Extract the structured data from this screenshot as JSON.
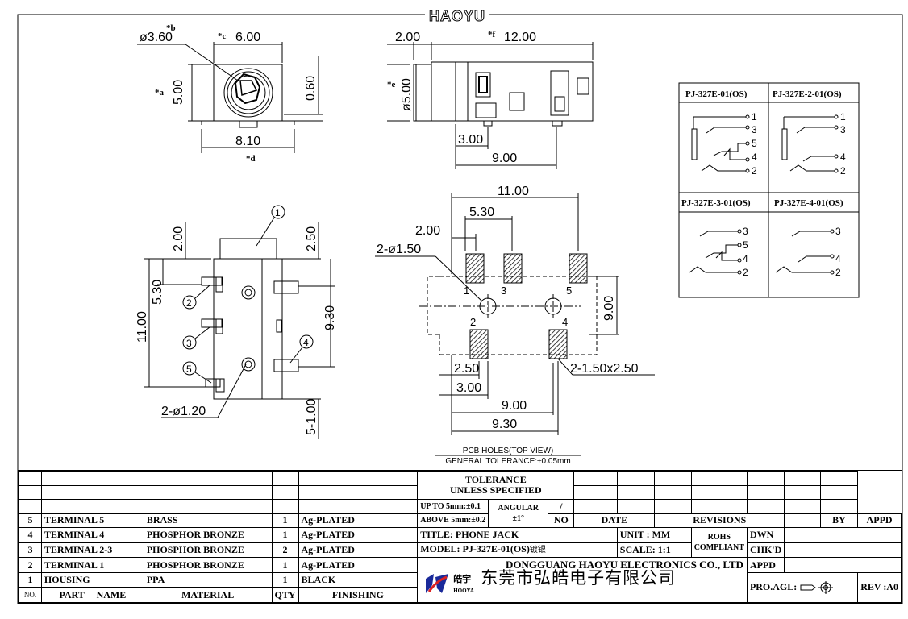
{
  "brand": "HAOYU",
  "front_view": {
    "dia": "ø3.60",
    "width": "6.00",
    "height": "5.00",
    "offset": "0.60",
    "base": "8.10",
    "mark_a": "*a",
    "mark_b": "*b",
    "mark_c": "*c",
    "mark_d": "*d"
  },
  "side_view": {
    "left": "2.00",
    "length": "12.00",
    "dia": "ø5.00",
    "pin": "3.00",
    "span": "9.00",
    "mark_e": "*e",
    "mark_f": "*f"
  },
  "top_view": {
    "d1": "2.00",
    "d2": "2.50",
    "d3": "5.30",
    "d4": "11.00",
    "d5": "9.30",
    "d6": "5-1.00",
    "holes": "2-ø1.20",
    "callouts": [
      "1",
      "2",
      "3",
      "4",
      "5"
    ]
  },
  "pcb_view": {
    "w_total": "11.00",
    "w_inner": "5.30",
    "w_left": "2.00",
    "holes": "2-ø1.50",
    "height": "9.00",
    "pad_w": "2.50",
    "pad_x": "3.00",
    "span1": "9.00",
    "span2": "9.30",
    "pads": "2-1.50x2.50",
    "pin_labels": [
      "1",
      "3",
      "5",
      "2",
      "4"
    ],
    "caption1": "PCB HOLES(TOP VIEW)",
    "caption2": "GENERAL TOLERANCE:±0.05mm"
  },
  "schematics": {
    "models": [
      "PJ-327E-01(OS)",
      "PJ-327E-2-01(OS)",
      "PJ-327E-3-01(OS)",
      "PJ-327E-4-01(OS)"
    ],
    "pins_a": [
      "1",
      "3",
      "5",
      "4",
      "2"
    ],
    "pins_b": [
      "1",
      "3",
      "4",
      "2"
    ],
    "pins_c": [
      "3",
      "5",
      "4",
      "2"
    ],
    "pins_d": [
      "3",
      "4",
      "2"
    ]
  },
  "parts": [
    {
      "no": "5",
      "part": "TERMINAL 5",
      "material": "BRASS",
      "qty": "1",
      "finish": "Ag-PLATED"
    },
    {
      "no": "4",
      "part": "TERMINAL 4",
      "material": "PHOSPHOR BRONZE",
      "qty": "1",
      "finish": "Ag-PLATED"
    },
    {
      "no": "3",
      "part": "TERMINAL 2-3",
      "material": "PHOSPHOR BRONZE",
      "qty": "2",
      "finish": "Ag-PLATED"
    },
    {
      "no": "2",
      "part": "TERMINAL 1",
      "material": "PHOSPHOR BRONZE",
      "qty": "1",
      "finish": "Ag-PLATED"
    },
    {
      "no": "1",
      "part": "HOUSING",
      "material": "PPA",
      "qty": "1",
      "finish": "BLACK"
    }
  ],
  "headers": {
    "no": "NO.",
    "part": "PART     NAME",
    "material": "MATERIAL",
    "qty": "QTY",
    "finish": "FINISHING"
  },
  "tolerance": {
    "title1": "TOLERANCE",
    "title2": "UNLESS   SPECIFIED",
    "up": "UP TO 5mm:±0.1",
    "above": "ABOVE 5mm:±0.2",
    "angular": "ANGULAR",
    "angular_val": "±1°",
    "slash": "/"
  },
  "revisions": {
    "no": "NO",
    "date": "DATE",
    "revisions": "REVISIONS",
    "by": "BY",
    "appd": "APPD"
  },
  "title_block": {
    "title": "TITLE: PHONE JACK",
    "model": "MODEL: PJ-327E-01(OS)",
    "model_suffix": "镀银",
    "unit": "UNIT : MM",
    "scale": "SCALE:  1:1",
    "rohs1": "ROHS",
    "rohs2": "COMPLIANT",
    "dwn": "DWN",
    "chkd": "CHK'D",
    "appd": "APPD",
    "company_en": "DONGGUANG HAOYU ELECTRONICS CO., LTD",
    "company_cn": "东莞市弘皓电子有限公司",
    "logo_cn": "皓宇",
    "logo_en": "HOOYA",
    "pro_agl": "PRO.AGL:",
    "rev": "REV :A0"
  }
}
